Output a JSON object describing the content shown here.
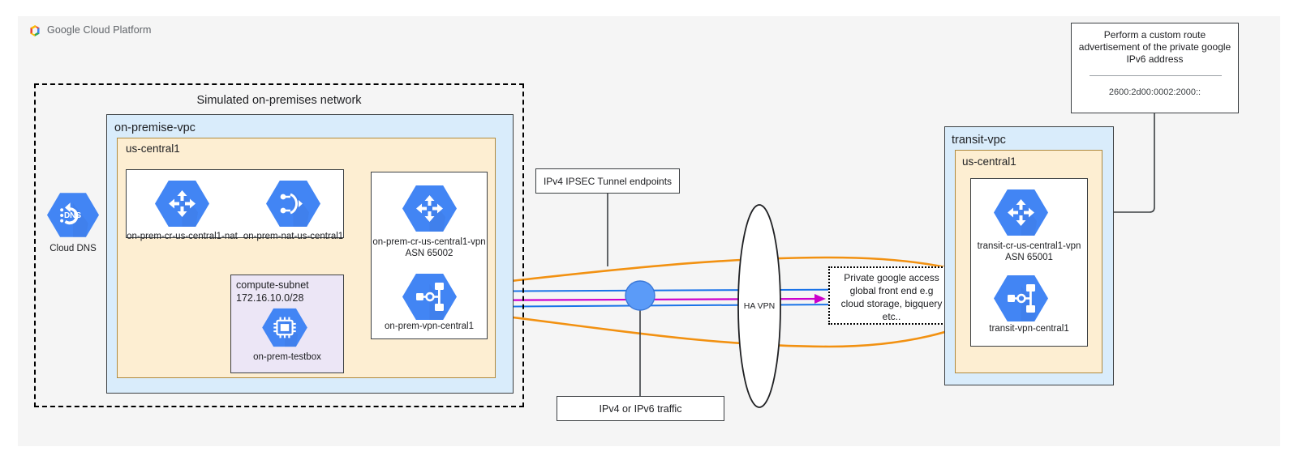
{
  "header": {
    "logo_icon": "google-cloud-platform-logo",
    "title": "Google Cloud Platform"
  },
  "diagram": {
    "onprem_zone": {
      "title": "Simulated on-premises network"
    },
    "onprem_vpc": {
      "title": "on-premise-vpc"
    },
    "onprem_region": {
      "title": "us-central1"
    },
    "cloud_dns": {
      "icon": "cloud-dns-icon",
      "label": "Cloud DNS"
    },
    "routers_box": {
      "nodes": [
        {
          "icon": "cloud-router-icon",
          "label": "on-prem-cr-us-central1-nat"
        },
        {
          "icon": "cloud-nat-icon",
          "label": "on-prem-nat-us-central1"
        }
      ]
    },
    "subnet_box": {
      "name": "compute-subnet",
      "cidr": "172.16.10.0/28",
      "node": {
        "icon": "compute-instance-icon",
        "label": "on-prem-testbox"
      }
    },
    "vpn_box": {
      "router": {
        "icon": "cloud-router-icon",
        "label": "on-prem-cr-us-central1-vpn",
        "asn": "ASN 65002"
      },
      "gateway": {
        "icon": "vpn-gateway-icon",
        "label": "on-prem-vpn-central1"
      }
    },
    "callout_ipsec": {
      "text": "IPv4 IPSEC Tunnel endpoints"
    },
    "callout_traffic": {
      "text": "IPv4 or IPv6 traffic"
    },
    "ha_vpn": {
      "label": "HA VPN"
    },
    "pga_box": {
      "line1": "Private google access",
      "line2": "global front end e.g",
      "line3": "cloud storage, bigquery",
      "line4": "etc.."
    },
    "callout_route": {
      "line1": "Perform a custom route",
      "line2": "advertisement of the private google",
      "line3": "IPv6 address",
      "address": "2600:2d00:0002:2000::"
    },
    "transit_vpc": {
      "title": "transit-vpc"
    },
    "transit_region": {
      "title": "us-central1"
    },
    "transit_box": {
      "router": {
        "icon": "cloud-router-icon",
        "label": "transit-cr-us-central1-vpn",
        "asn": "ASN 65001"
      },
      "gateway": {
        "icon": "vpn-gateway-icon",
        "label": "transit-vpn-central1"
      }
    },
    "colors": {
      "tunnel_orange": "#f29111",
      "traffic_blue": "#1a73e8",
      "traffic_magenta": "#cc00cc",
      "node_blue": "#5b9bf8",
      "icon_blue": "#4285f4",
      "vpc_fill": "#d9ecfb",
      "region_fill": "#fdeed2",
      "subnet_fill": "#ece6f6",
      "canvas": "#f5f5f5"
    }
  }
}
